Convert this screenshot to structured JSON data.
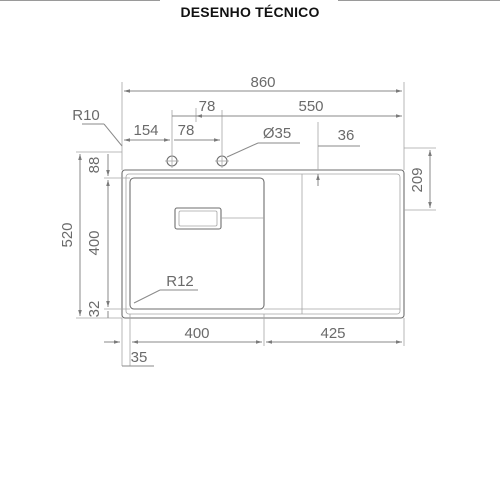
{
  "title": "DESENHO TÉCNICO",
  "dimensions": {
    "overall_width": "860",
    "offset_78_top": "78",
    "right_550": "550",
    "left_154": "154",
    "offset_78": "78",
    "hole_diameter": "Ø35",
    "offset_36": "36",
    "corner_radius_outer": "R10",
    "corner_radius_inner": "R12",
    "overall_height": "520",
    "top_88": "88",
    "bowl_height": "400",
    "bottom_32": "32",
    "right_209": "209",
    "bowl_width": "400",
    "drainer_width": "425",
    "left_35": "35"
  }
}
